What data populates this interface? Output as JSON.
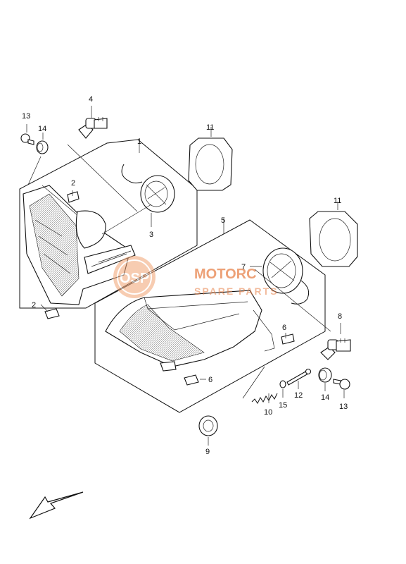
{
  "callouts": {
    "c1": "1",
    "c2a": "2",
    "c2b": "2",
    "c3": "3",
    "c4": "4",
    "c5": "5",
    "c6a": "6",
    "c6b": "6",
    "c7": "7",
    "c8": "8",
    "c9": "9",
    "c10": "10",
    "c11a": "11",
    "c11b": "11",
    "c12": "12",
    "c13a": "13",
    "c13b": "13",
    "c14a": "14",
    "c14b": "14",
    "c15": "15"
  },
  "watermark": {
    "line1": "MOTORC",
    "line2": "SPARE PARTS",
    "color": "#e8824a"
  },
  "direction_arrow": "front-direction-arrow-icon"
}
